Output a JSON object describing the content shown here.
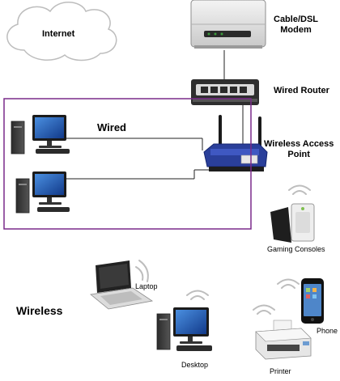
{
  "labels": {
    "internet": "Internet",
    "modem": "Cable/DSL\nModem",
    "router": "Wired Router",
    "access_point": "Wireless Access\nPoint",
    "wired": "Wired",
    "wireless": "Wireless",
    "gaming": "Gaming Consoles",
    "laptop": "Laptop",
    "desktop": "Desktop",
    "printer": "Printer",
    "phone": "Phone"
  },
  "colors": {
    "wired_box": "#7a2a8a",
    "cloud_stroke": "#b8b8b8",
    "router_blue": "#2a3f9a",
    "cable": "#222222",
    "wifi_arcs": "#bdbdbd"
  },
  "icons": [
    "cloud-icon",
    "modem-icon",
    "router-icon",
    "access-point-icon",
    "desktop-computer-icon",
    "laptop-icon",
    "game-console-icon",
    "printer-icon",
    "phone-icon",
    "wifi-signal-icon"
  ]
}
